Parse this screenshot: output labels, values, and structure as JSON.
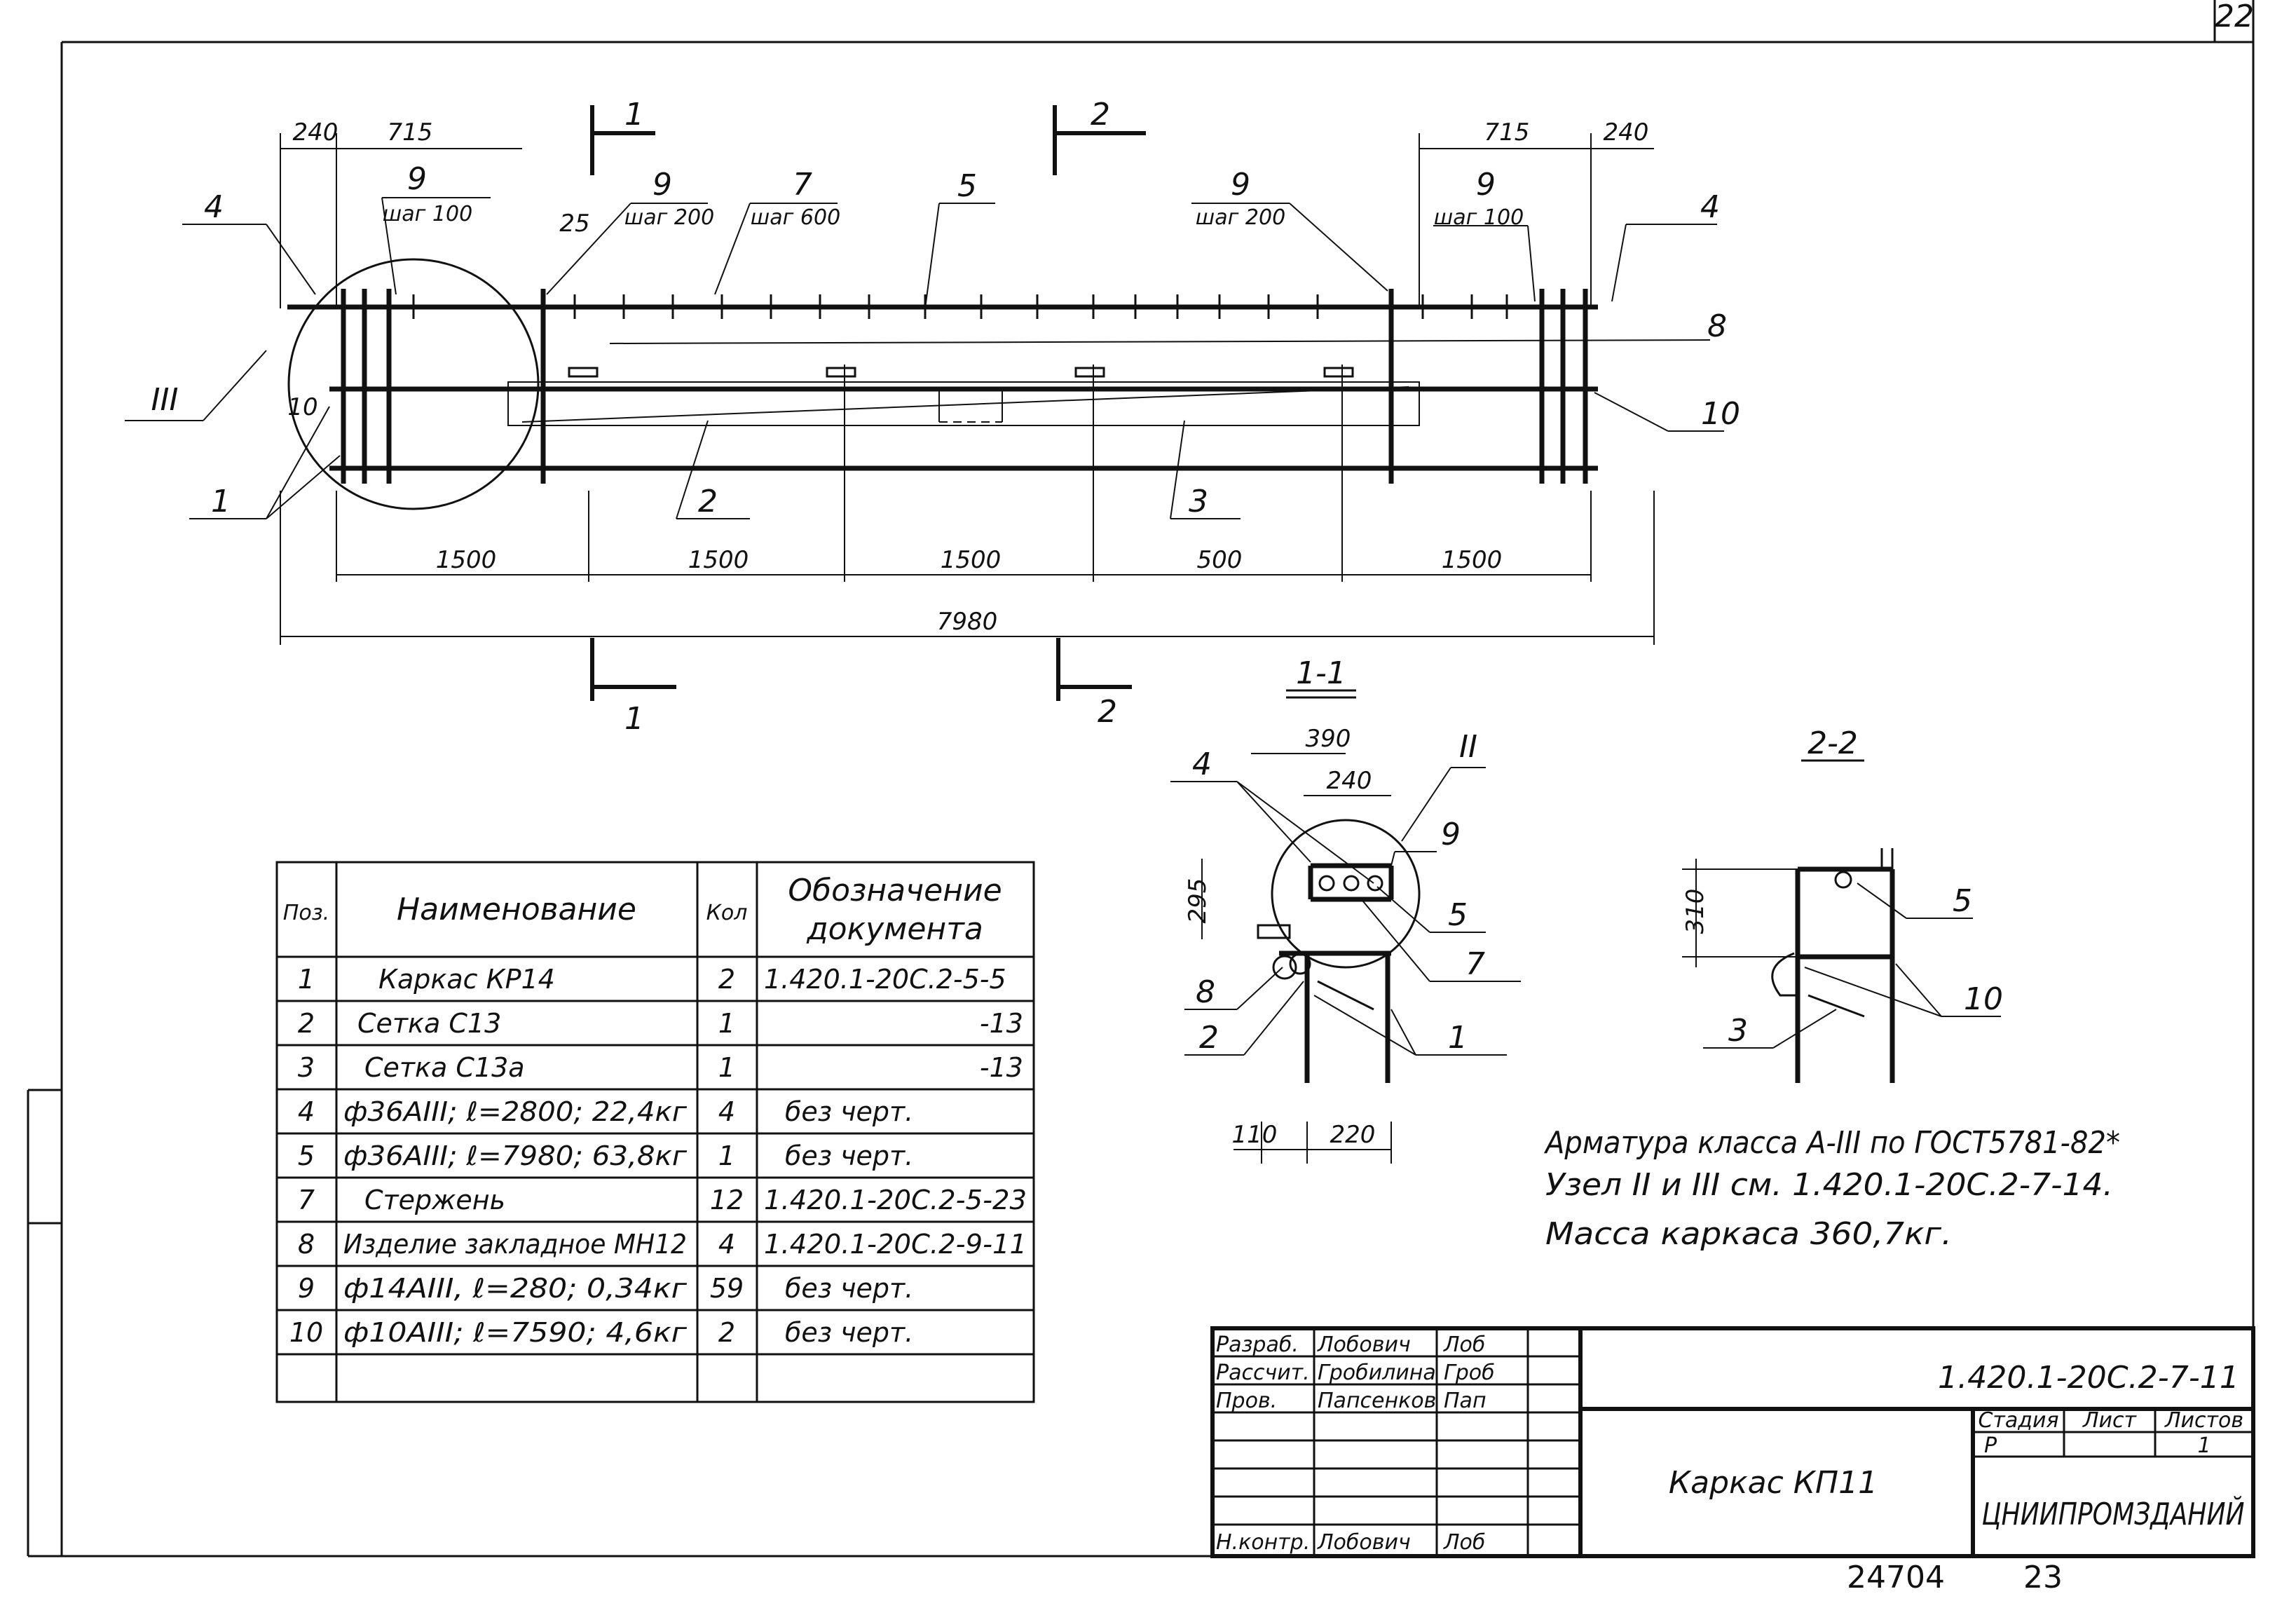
{
  "sheet_number": "22",
  "bottom_number": "24704",
  "bottom_page": "23",
  "plan": {
    "dims_top_left": [
      "240",
      "715"
    ],
    "dims_top_right": [
      "715",
      "240"
    ],
    "dim_25": "25",
    "dim_10": "10",
    "dims_bottom": [
      "1500",
      "1500",
      "1500",
      "500",
      "1500"
    ],
    "dim_total": "7980",
    "section_marks": [
      "1",
      "2",
      "1",
      "2"
    ],
    "node_label": "III",
    "pos_labels": {
      "p4_left": "4",
      "p4_right": "4",
      "p1": "1",
      "p2": "2",
      "p3": "3",
      "p5": "5",
      "p8": "8",
      "p10": "10"
    },
    "callouts": [
      {
        "num": "9",
        "note": "шаг 100"
      },
      {
        "num": "9",
        "note": "шаг 200"
      },
      {
        "num": "7",
        "note": "шаг 600"
      },
      {
        "num": "9",
        "note": "шаг 200"
      },
      {
        "num": "9",
        "note": "шаг 100"
      }
    ]
  },
  "section_1_1": {
    "title": "1-1",
    "dim_390": "390",
    "dim_240": "240",
    "dim_295": "295",
    "dim_110": "110",
    "dim_220": "220",
    "node": "II",
    "labels": {
      "l4": "4",
      "l9": "9",
      "l5": "5",
      "l7": "7",
      "l1": "1",
      "l2": "2",
      "l8": "8"
    }
  },
  "section_2_2": {
    "title": "2-2",
    "dim_310": "310",
    "labels": {
      "l5": "5",
      "l10": "10",
      "l3": "3"
    }
  },
  "spec_table": {
    "headers": {
      "pos": "Поз.",
      "name": "Наименование",
      "qty": "Кол",
      "doc1": "Обозначение",
      "doc2": "документа"
    },
    "rows": [
      {
        "pos": "1",
        "name": "Каркас   КР14",
        "qty": "2",
        "doc": "1.420.1-20С.2-5-5"
      },
      {
        "pos": "2",
        "name": "Сетка    С13",
        "qty": "1",
        "doc": "-13"
      },
      {
        "pos": "3",
        "name": "Сетка    С13а",
        "qty": "1",
        "doc": "-13"
      },
      {
        "pos": "4",
        "name": "ф36АIII; ℓ=2800; 22,4кг",
        "qty": "4",
        "doc": "без черт."
      },
      {
        "pos": "5",
        "name": "ф36АIII; ℓ=7980; 63,8кг",
        "qty": "1",
        "doc": "без черт."
      },
      {
        "pos": "7",
        "name": "Стержень",
        "qty": "12",
        "doc": "1.420.1-20С.2-5-23"
      },
      {
        "pos": "8",
        "name": "Изделие закладное  МН12",
        "qty": "4",
        "doc": "1.420.1-20С.2-9-11"
      },
      {
        "pos": "9",
        "name": "ф14АIII, ℓ=280; 0,34кг",
        "qty": "59",
        "doc": "без черт."
      },
      {
        "pos": "10",
        "name": "ф10АIII; ℓ=7590; 4,6кг",
        "qty": "2",
        "doc": "без черт."
      },
      {
        "pos": "",
        "name": "",
        "qty": "",
        "doc": ""
      }
    ]
  },
  "notes": [
    "Арматура  класса А-III по ГОСТ5781-82*",
    "Узел II и III см. 1.420.1-20С.2-7-14.",
    "Масса  каркаса   360,7кг."
  ],
  "title_block": {
    "code": "1.420.1-20С.2-7-11",
    "name": "Каркас   КП11",
    "org": "ЦНИИПРОМЗДАНИЙ",
    "stage_label": "Стадия",
    "sheet_label": "Лист",
    "sheets_label": "Листов",
    "stage": "Р",
    "sheets": "1",
    "roles": [
      {
        "role": "Разраб.",
        "name": "Лобович",
        "sign": "Лоб"
      },
      {
        "role": "Рассчит.",
        "name": "Гробилина",
        "sign": "Гроб"
      },
      {
        "role": "Пров.",
        "name": "Папсенков",
        "sign": "Пап"
      },
      {
        "role": "",
        "name": "",
        "sign": ""
      },
      {
        "role": "",
        "name": "",
        "sign": ""
      },
      {
        "role": "",
        "name": "",
        "sign": ""
      },
      {
        "role": "",
        "name": "",
        "sign": ""
      },
      {
        "role": "Н.контр.",
        "name": "Лобович",
        "sign": "Лоб"
      }
    ]
  }
}
